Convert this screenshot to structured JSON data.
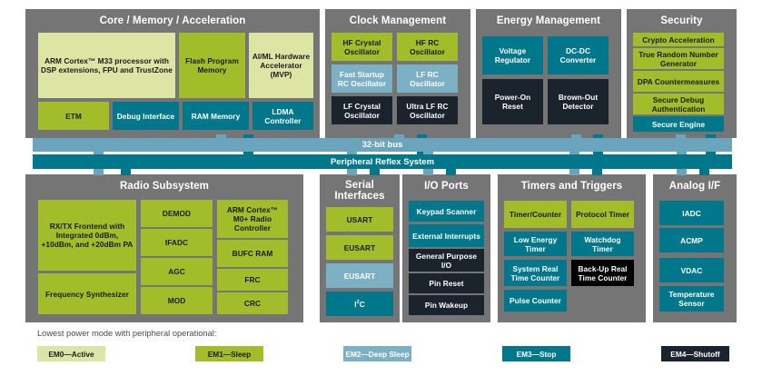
{
  "sections": {
    "core": {
      "title": "Core / Memory / Acceleration",
      "blocks": {
        "cpu": "ARM Cortex™ M33 processor with DSP extensions, FPU and TrustZone",
        "flash": "Flash Program Memory",
        "aiml": "AI/ML Hardware Accelerator (MVP)",
        "etm": "ETM",
        "debug": "Debug Interface",
        "ram": "RAM Memory",
        "ldma": "LDMA Controller"
      }
    },
    "clock": {
      "title": "Clock Management",
      "blocks": {
        "hfxo": "HF Crystal Oscillator",
        "hfrco": "HF RC Oscillator",
        "fsrco": "Fast Startup RC Oscillator",
        "lfrco": "LF RC Oscillator",
        "lfxo": "LF Crystal Oscillator",
        "ulfrco": "Ultra LF RC Oscillator"
      }
    },
    "energy": {
      "title": "Energy Management",
      "blocks": {
        "vreg": "Voltage Regulator",
        "dcdc": "DC-DC Converter",
        "por": "Power-On Reset",
        "bod": "Brown-Out Detector"
      }
    },
    "security": {
      "title": "Security",
      "blocks": {
        "crypto": "Crypto Acceleration",
        "trng": "True Random Number Generator",
        "dpa": "DPA Countermeasures",
        "sda": "Secure Debug Authentication",
        "se": "Secure Engine"
      }
    },
    "radio": {
      "title": "Radio Subsystem",
      "blocks": {
        "frontend": "RX/TX Frontend with Integrated 0dBm, +10dBm, and +20dBm PA",
        "synth": "Frequency Synthesizer",
        "demod": "DEMOD",
        "ifadc": "IFADC",
        "agc": "AGC",
        "mod": "MOD",
        "m0": "ARM Cortex™ M0+ Radio Controller",
        "bufc": "BUFC RAM",
        "frc": "FRC",
        "crc": "CRC"
      }
    },
    "serial": {
      "title": "Serial Interfaces",
      "blocks": {
        "usart": "USART",
        "eusart1": "EUSART",
        "eusart2": "EUSART",
        "i2c": "I2C"
      }
    },
    "io": {
      "title": "I/O Ports",
      "blocks": {
        "keypad": "Keypad Scanner",
        "extint": "External Interrupts",
        "gpio": "General Purpose I/O",
        "pinreset": "Pin Reset",
        "pinwake": "Pin Wakeup"
      }
    },
    "timers": {
      "title": "Timers and Triggers",
      "blocks": {
        "tc": "Timer/Counter",
        "prot": "Protocol Timer",
        "letimer": "Low Energy Timer",
        "wdog": "Watchdog Timer",
        "srtc": "System Real Time Counter",
        "burtc": "Back-Up Real Time Counter",
        "pcnt": "Pulse Counter"
      }
    },
    "analog": {
      "title": "Analog I/F",
      "blocks": {
        "iadc": "IADC",
        "acmp": "ACMP",
        "vdac": "VDAC",
        "temp": "Temperature Sensor"
      }
    }
  },
  "buses": {
    "bus32": "32-bit bus",
    "prs": "Peripheral Reflex System"
  },
  "legend": {
    "note": "Lowest power mode with peripheral operational:",
    "items": [
      {
        "label": "EM0—Active",
        "color": "#dde5a5"
      },
      {
        "label": "EM1—Sleep",
        "color": "#a2bc2a"
      },
      {
        "label": "EM2—Deep Sleep",
        "color": "#7cb0c4"
      },
      {
        "label": "EM3—Stop",
        "color": "#00778b"
      },
      {
        "label": "EM4—Shutoff",
        "color": "#1b232d"
      }
    ]
  },
  "palette": {
    "panel_gray": "#757575",
    "bus_light": "#6ba5bd",
    "bus_dark": "#00778b"
  }
}
